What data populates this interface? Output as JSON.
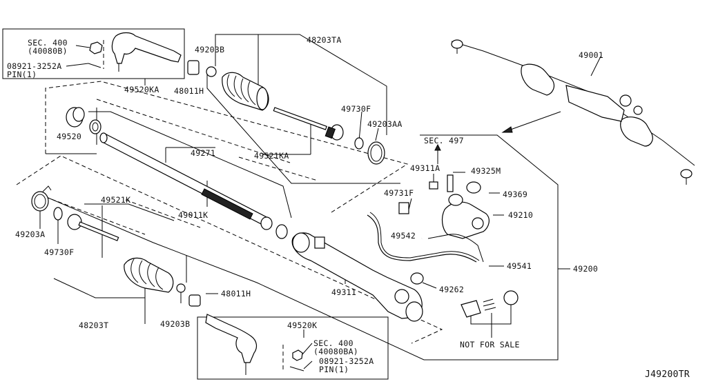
{
  "diagram_code": "J49200TR",
  "labels": {
    "p48203TA": "48203TA",
    "p49203B_top": "49203B",
    "p48011H_top": "48011H",
    "p49520KA": "49520KA",
    "p49520": "49520",
    "p49271": "49271",
    "p49011K": "49011K",
    "p49730F_top": "49730F",
    "p49203AA": "49203AA",
    "p49521KA": "49521KA",
    "p49001": "49001",
    "sec497": "SEC. 497",
    "p49311A": "49311A",
    "p49325M": "49325M",
    "p49369": "49369",
    "p49731F": "49731F",
    "p49210": "49210",
    "p49542": "49542",
    "p49541": "49541",
    "p49200": "49200",
    "p49262": "49262",
    "p49311": "49311",
    "p49521K": "49521K",
    "p49203A": "49203A",
    "p49730F_bot": "49730F",
    "p48203T": "48203T",
    "p49203B_bot": "49203B",
    "p48011H_bot": "48011H",
    "p49520K": "49520K",
    "not_for_sale": "NOT FOR SALE"
  },
  "top_inset": {
    "sec": "SEC. 400",
    "sec_ref": "(40080B)",
    "pin_part": "08921-3252A",
    "pin": "PIN(1)"
  },
  "bottom_inset": {
    "sec": "SEC. 400",
    "sec_ref": "(40080BA)",
    "pin_part": "08921-3252A",
    "pin": "PIN(1)"
  }
}
